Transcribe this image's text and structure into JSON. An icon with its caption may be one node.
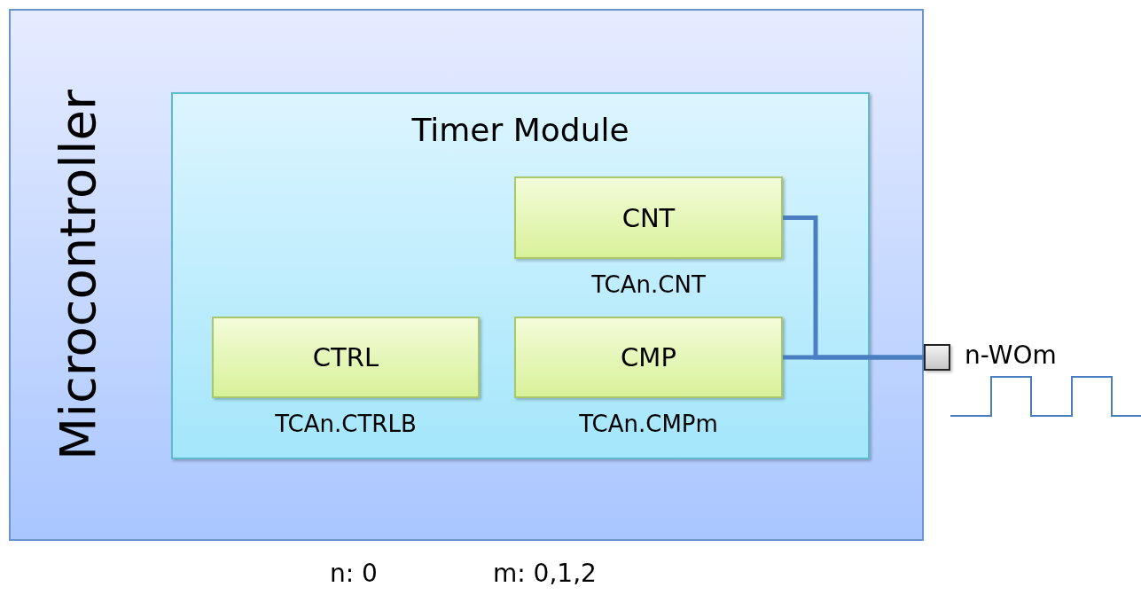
{
  "diagram": {
    "nodes": [
      {
        "text": [
          "Microcontroller"
        ]
      },
      {
        "text": [
          "Timer Module"
        ],
        "in": 0
      },
      {
        "text": [
          "CNT"
        ],
        "in": 1,
        "beside": [
          "TCAn.CNT"
        ]
      },
      {
        "text": [
          "CTRL"
        ],
        "in": 1,
        "beside": [
          "TCAn.CTRLB"
        ]
      },
      {
        "text": [
          "CMP"
        ],
        "in": 1,
        "beside": [
          "TCAn.CMPm"
        ]
      },
      {
        "text": [],
        "shape": "box",
        "beside": [
          "n-WOm"
        ]
      }
    ],
    "edges": [
      {
        "from": 2,
        "to": 5,
        "arrow": "none"
      },
      {
        "from": 4,
        "to": 5,
        "arrow": "none"
      }
    ],
    "labels": [
      "n: 0",
      "m: 0,1,2"
    ]
  }
}
